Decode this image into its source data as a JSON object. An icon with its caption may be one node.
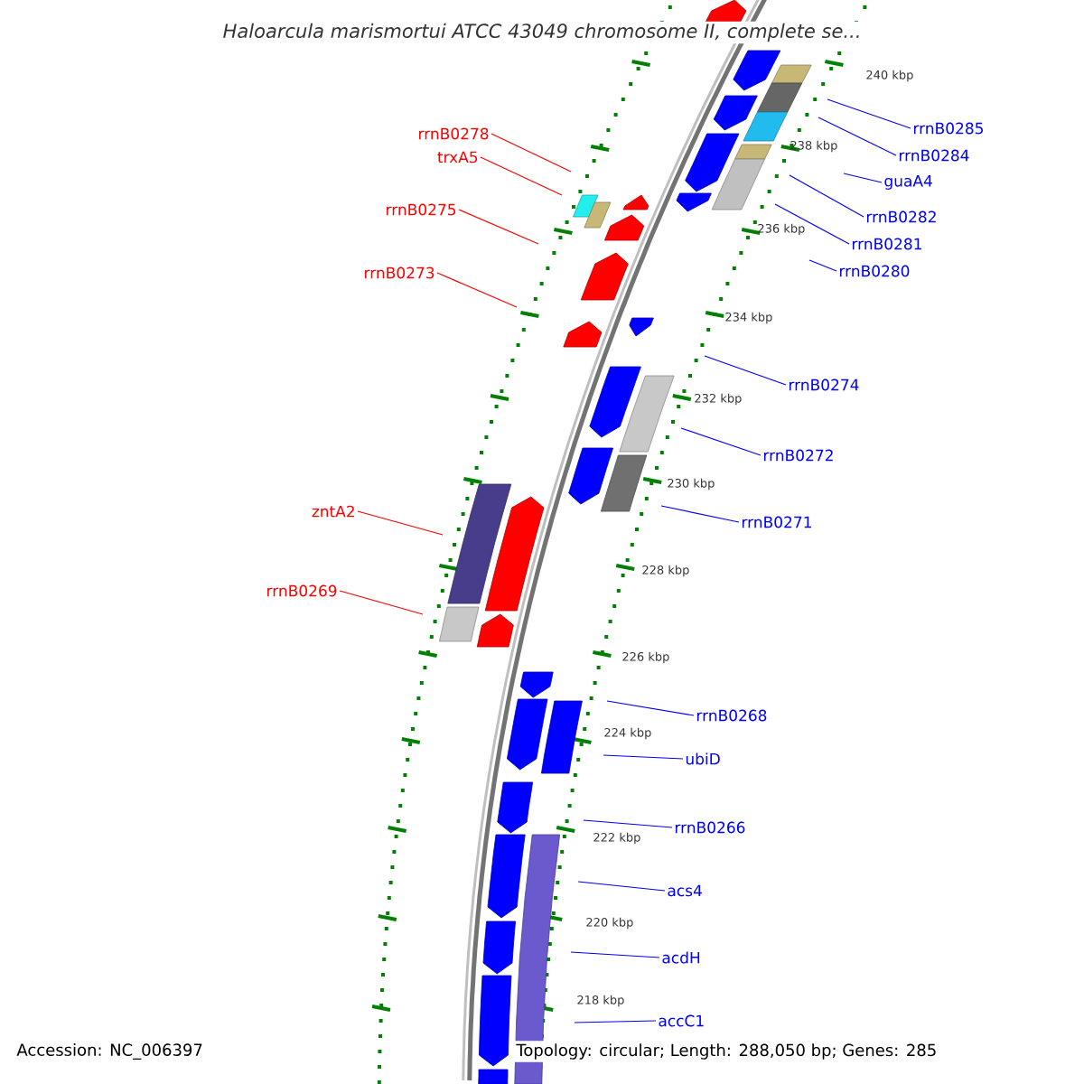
{
  "diagram": {
    "title": "Haloarcula marismortui ATCC 43049 chromosome II, complete se...",
    "nodes": [
      {
        "text": [
          "rrnB0285"
        ]
      },
      {
        "text": [
          "rrnB0284"
        ]
      },
      {
        "text": [
          "guaA4"
        ]
      },
      {
        "text": [
          "rrnB0282"
        ]
      },
      {
        "text": [
          "rrnB0281"
        ]
      },
      {
        "text": [
          "rrnB0280"
        ]
      },
      {
        "text": [
          "rrnB0278"
        ]
      },
      {
        "text": [
          "trxA5"
        ]
      },
      {
        "text": [
          "rrnB0275"
        ]
      },
      {
        "text": [
          "rrnB0273"
        ]
      },
      {
        "text": [
          "rrnB0274"
        ]
      },
      {
        "text": [
          "rrnB0272"
        ]
      },
      {
        "text": [
          "rrnB0271"
        ]
      },
      {
        "text": [
          "zntA2"
        ]
      },
      {
        "text": [
          "rrnB0269"
        ]
      },
      {
        "text": [
          "rrnB0268"
        ]
      },
      {
        "text": [
          "ubiD"
        ]
      },
      {
        "text": [
          "rrnB0266"
        ]
      },
      {
        "text": [
          "acs4"
        ]
      },
      {
        "text": [
          "acdH"
        ]
      },
      {
        "text": [
          "accC1"
        ]
      }
    ],
    "edges": [
      {
        "from": 0,
        "to": null,
        "arrow": "none"
      },
      {
        "from": 1,
        "to": null,
        "arrow": "none"
      },
      {
        "from": 2,
        "to": null,
        "arrow": "none"
      },
      {
        "from": 3,
        "to": null,
        "arrow": "none"
      },
      {
        "from": 4,
        "to": null,
        "arrow": "none"
      },
      {
        "from": 5,
        "to": null,
        "arrow": "none"
      },
      {
        "from": 6,
        "to": null,
        "arrow": "none",
        "color": "#ff0000"
      },
      {
        "from": 7,
        "to": null,
        "arrow": "none",
        "color": "#ff0000"
      },
      {
        "from": 8,
        "to": null,
        "arrow": "none",
        "color": "#ff0000"
      },
      {
        "from": 9,
        "to": null,
        "arrow": "none",
        "color": "#ff0000"
      },
      {
        "from": 10,
        "to": null,
        "arrow": "none"
      },
      {
        "from": 11,
        "to": null,
        "arrow": "none"
      },
      {
        "from": 12,
        "to": null,
        "arrow": "none"
      },
      {
        "from": 13,
        "to": null,
        "arrow": "none",
        "color": "#ff0000"
      },
      {
        "from": 14,
        "to": null,
        "arrow": "none",
        "color": "#ff0000"
      },
      {
        "from": 15,
        "to": null,
        "arrow": "none"
      },
      {
        "from": 16,
        "to": null,
        "arrow": "none"
      },
      {
        "from": 17,
        "to": null,
        "arrow": "none"
      },
      {
        "from": 18,
        "to": null,
        "arrow": "none"
      },
      {
        "from": 19,
        "to": null,
        "arrow": "none"
      },
      {
        "from": 20,
        "to": null,
        "arrow": "none"
      }
    ],
    "labels": [
      "240 kbp",
      "238 kbp",
      "236 kbp",
      "234 kbp",
      "232 kbp",
      "230 kbp",
      "228 kbp",
      "226 kbp",
      "224 kbp",
      "222 kbp",
      "220 kbp",
      "218 kbp",
      "Accession: NC_006397",
      "Topology: circular; Length: 288,050 bp; Genes: 285"
    ]
  }
}
